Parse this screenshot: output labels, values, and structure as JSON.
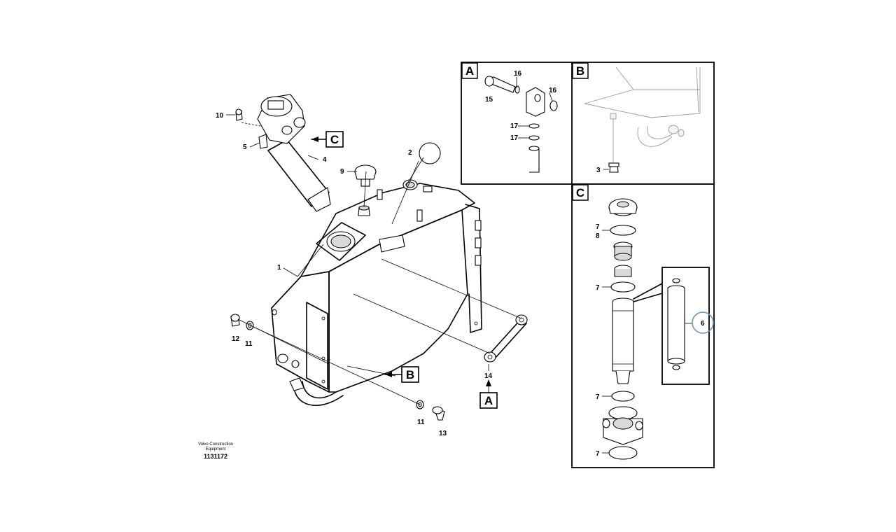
{
  "callouts": {
    "n1": "1",
    "n2": "2",
    "n3": "3",
    "n4": "4",
    "n5": "5",
    "n6": "6",
    "n7a": "7",
    "n7b": "7",
    "n7c": "7",
    "n7d": "7",
    "n8": "8",
    "n9": "9",
    "n10": "10",
    "n11a": "11",
    "n11b": "11",
    "n12": "12",
    "n13": "13",
    "n14": "14",
    "n15": "15",
    "n16a": "16",
    "n16b": "16",
    "n17a": "17",
    "n17b": "17"
  },
  "detail_refs": {
    "a": "A",
    "b": "B",
    "c": "C"
  },
  "detail_boxes": {
    "a": "A",
    "b": "B",
    "c": "C"
  },
  "credit": {
    "line1": "Volvo Construction",
    "line2": "Equipment"
  },
  "document_id": "1131172",
  "highlighted_callout": "6",
  "colors": {
    "line": "#000000",
    "highlight": "#6f93b8",
    "background": "#ffffff"
  }
}
